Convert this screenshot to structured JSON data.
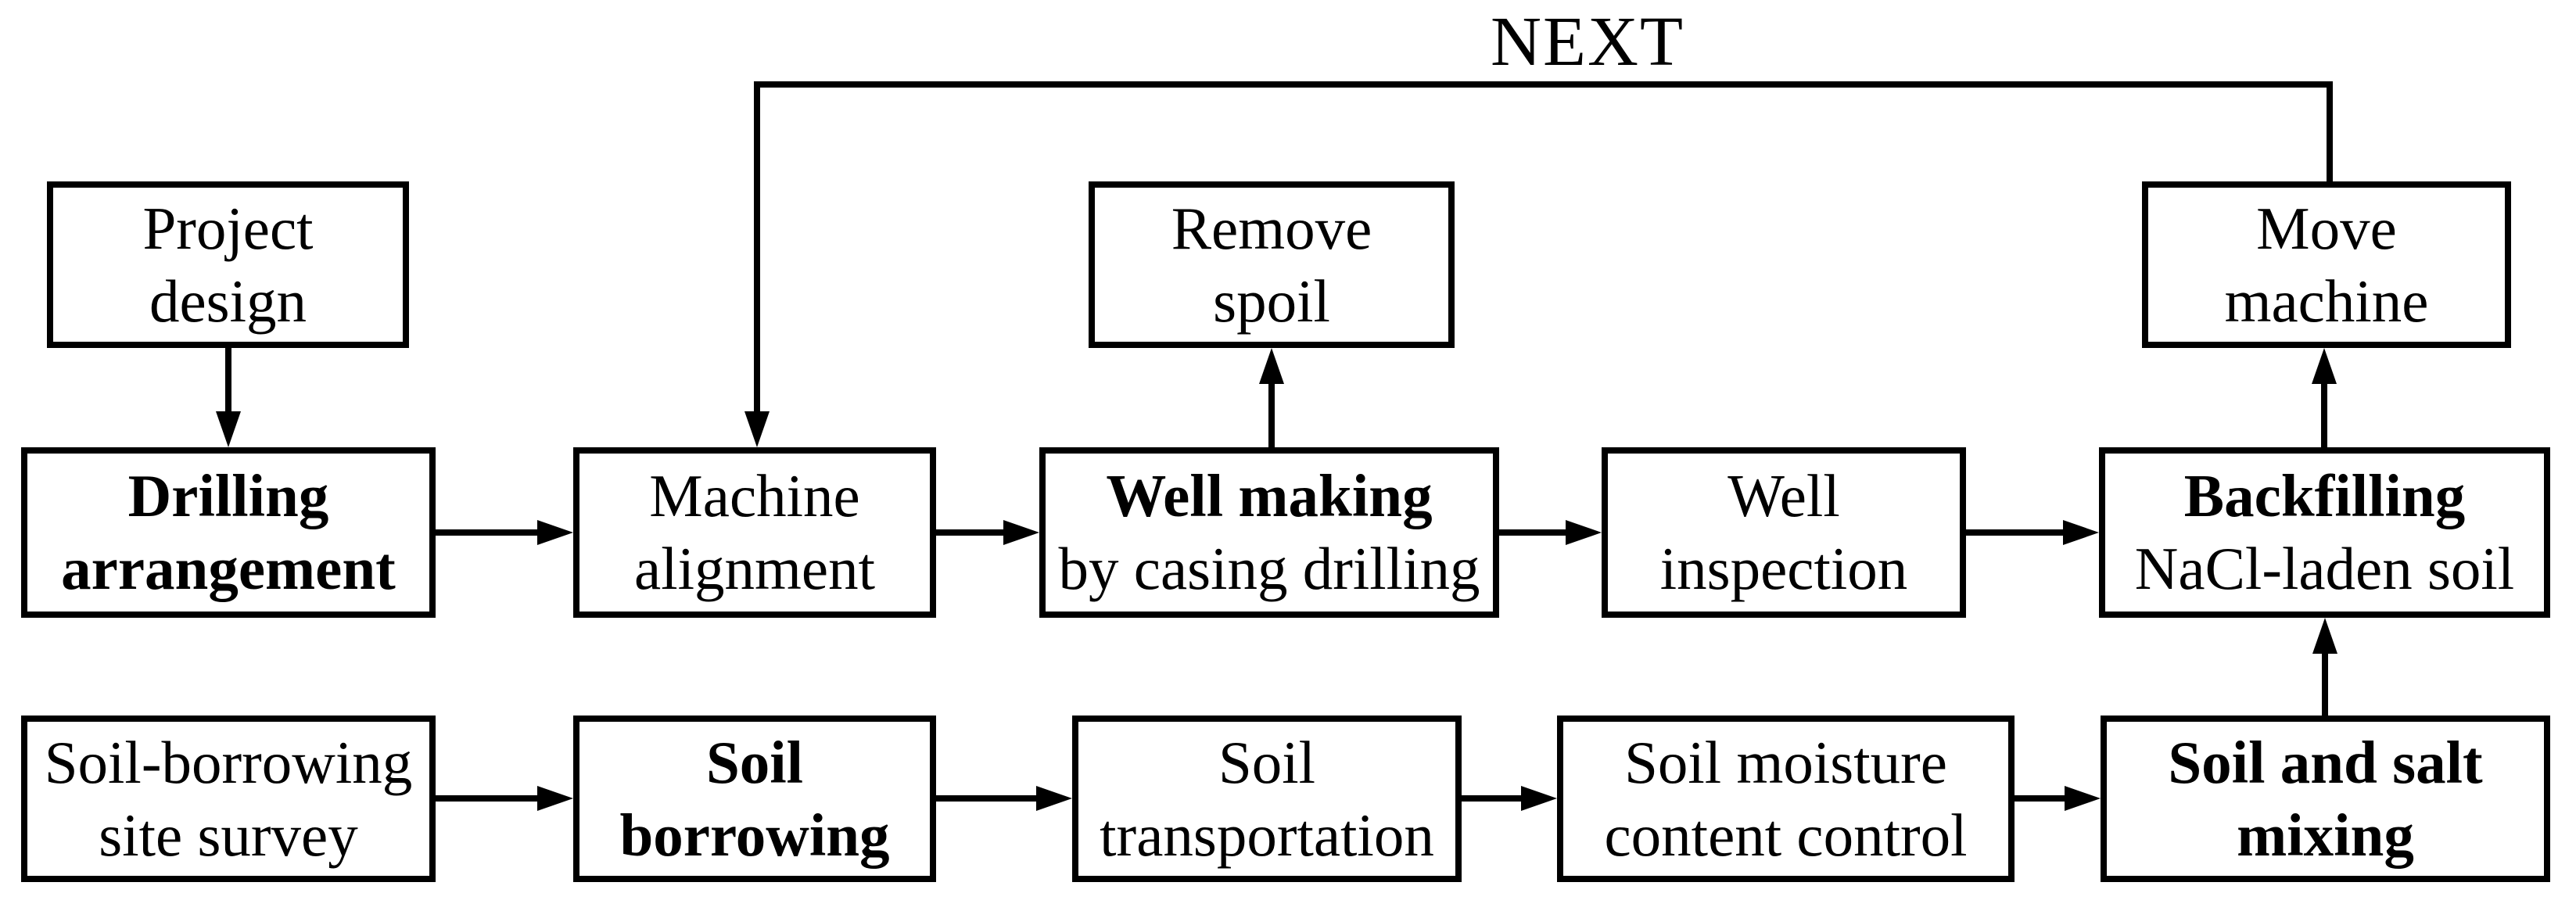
{
  "diagram": {
    "title_loop_label": "NEXT",
    "colors": {
      "line": "#000000",
      "background": "#ffffff",
      "text": "#000000"
    },
    "boxes": {
      "project_design": {
        "line1": "Project",
        "line2": "design"
      },
      "remove_spoil": {
        "line1": "Remove",
        "line2": "spoil"
      },
      "move_machine": {
        "line1": "Move",
        "line2": "machine"
      },
      "drilling_arrangement": {
        "line1": "Drilling",
        "line2": "arrangement"
      },
      "machine_alignment": {
        "line1": "Machine",
        "line2": "alignment"
      },
      "well_making": {
        "line1": "Well making",
        "line2": "by casing drilling"
      },
      "well_inspection": {
        "line1": "Well",
        "line2": "inspection"
      },
      "backfilling": {
        "line1": "Backfilling",
        "line2": "NaCl-laden soil"
      },
      "soil_survey": {
        "line1": "Soil-borrowing",
        "line2": "site survey"
      },
      "soil_borrowing": {
        "line1": "Soil",
        "line2": "borrowing"
      },
      "soil_transportation": {
        "line1": "Soil",
        "line2": "transportation"
      },
      "soil_moisture": {
        "line1": "Soil moisture",
        "line2": "content control"
      },
      "soil_salt_mixing": {
        "line1": "Soil and salt",
        "line2": "mixing"
      }
    },
    "edges": [
      "project_design -> drilling_arrangement",
      "drilling_arrangement -> machine_alignment",
      "machine_alignment -> well_making",
      "well_making -> remove_spoil",
      "well_making -> well_inspection",
      "well_inspection -> backfilling",
      "backfilling -> move_machine",
      "move_machine -> NEXT -> machine_alignment",
      "soil_survey -> soil_borrowing",
      "soil_borrowing -> soil_transportation",
      "soil_transportation -> soil_moisture",
      "soil_moisture -> soil_salt_mixing",
      "soil_salt_mixing -> backfilling"
    ]
  }
}
